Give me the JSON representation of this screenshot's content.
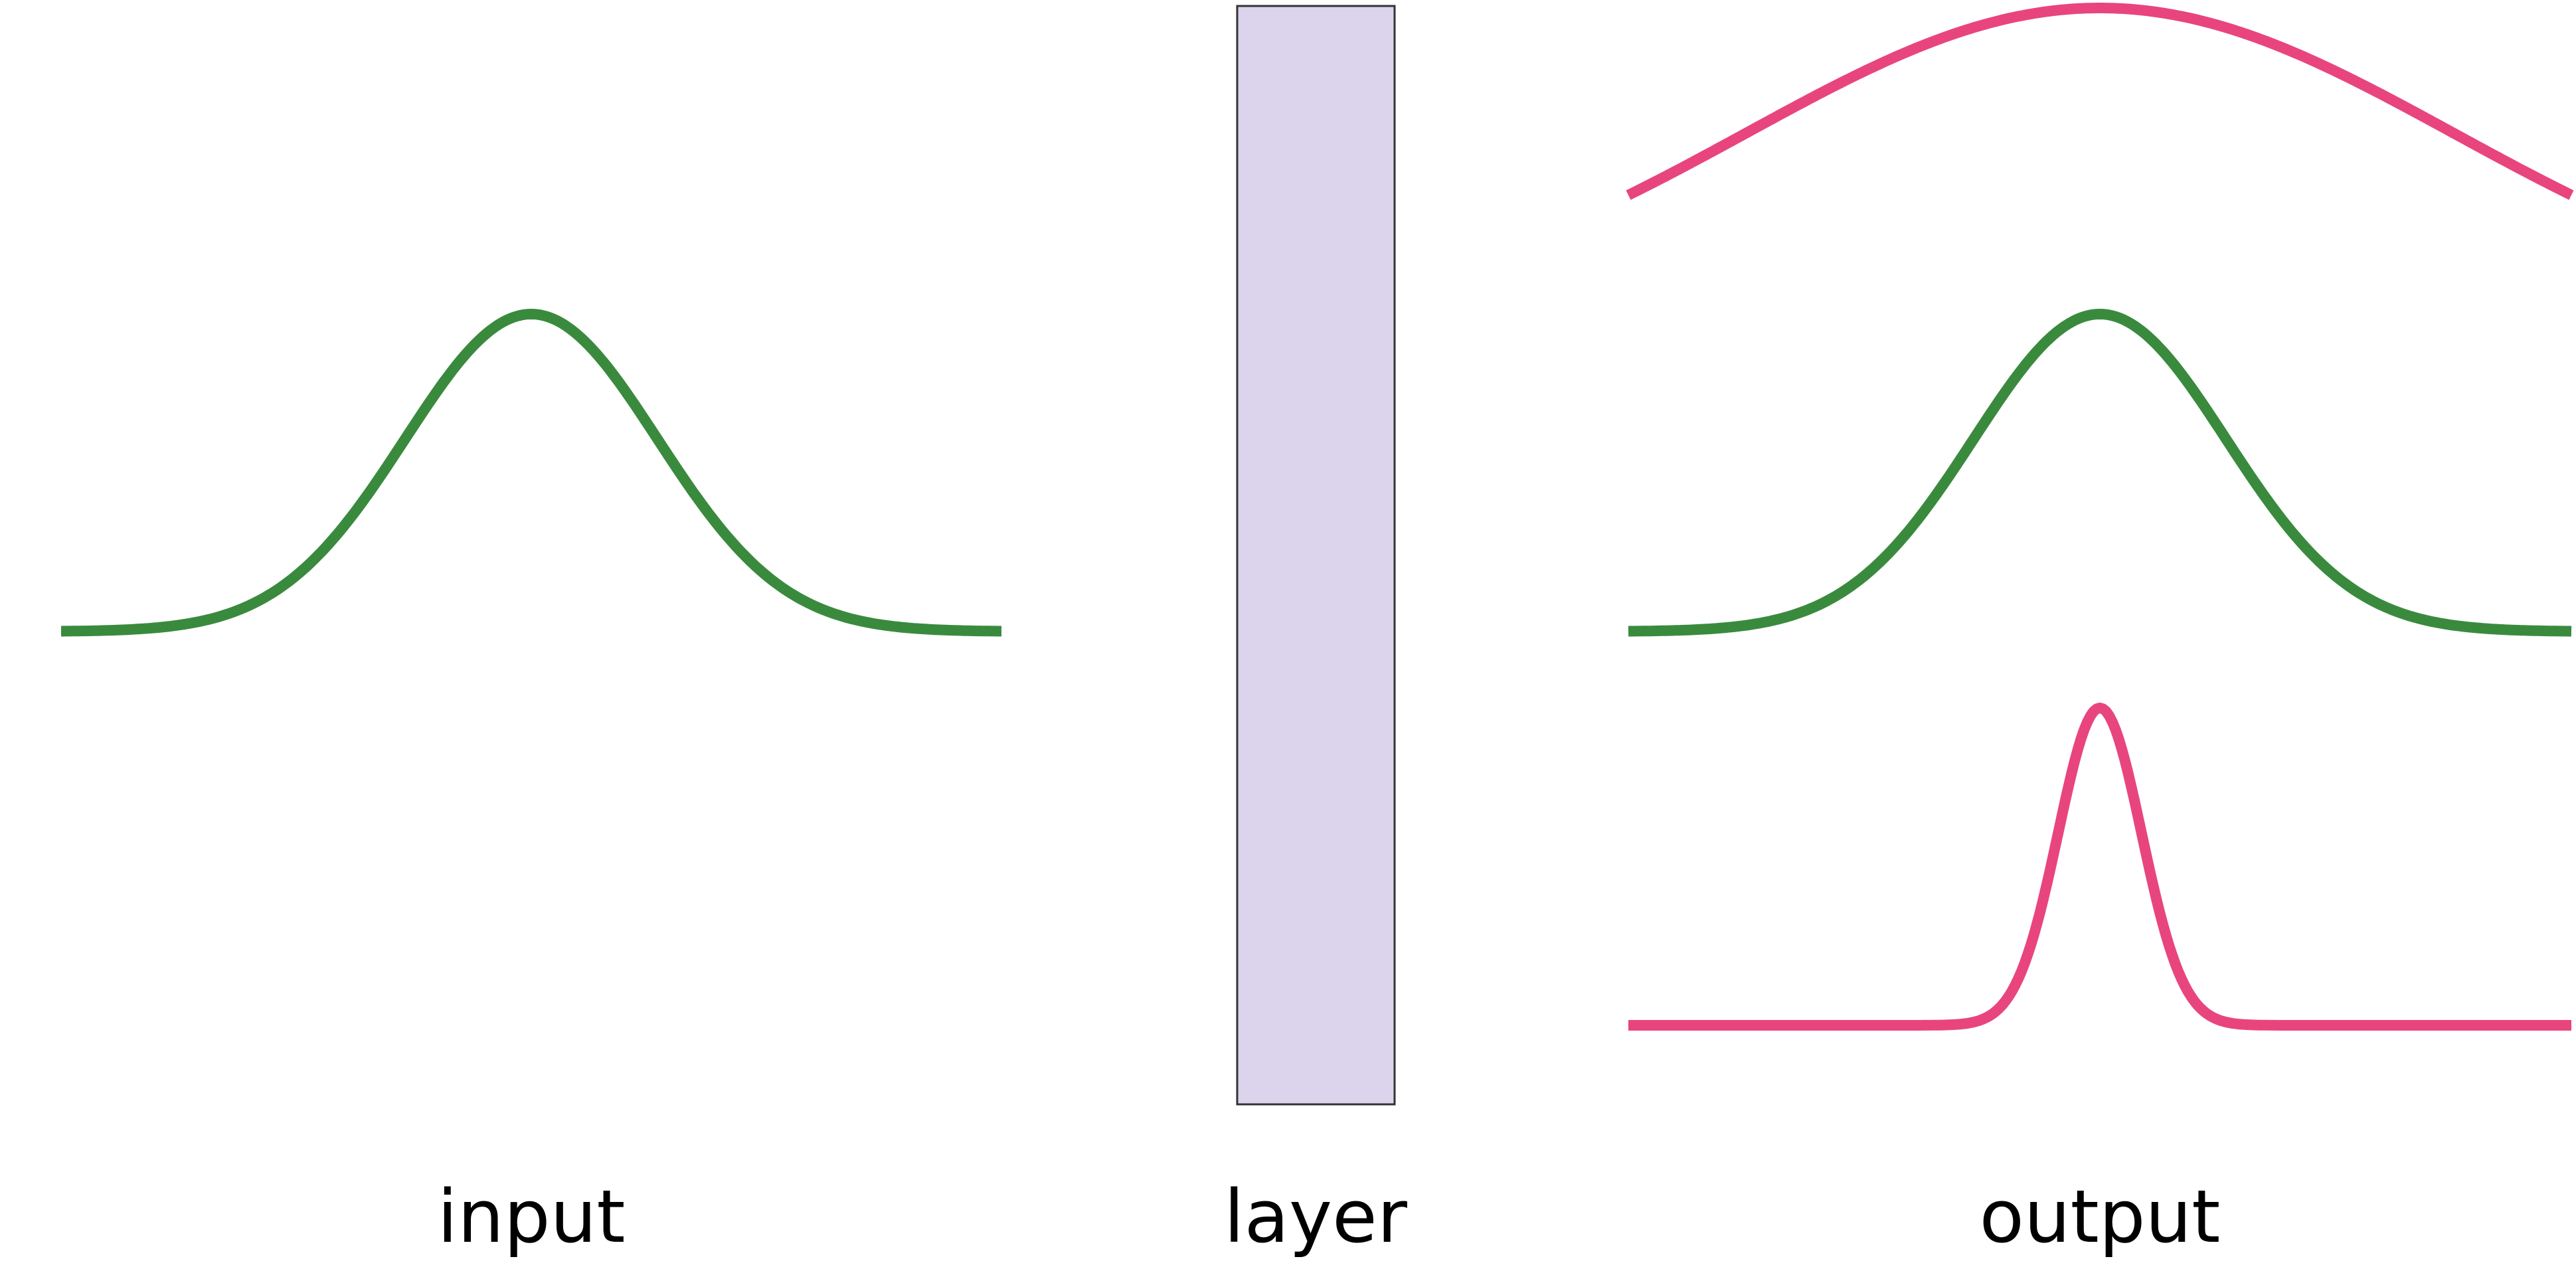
{
  "labels": {
    "input": "input",
    "layer": "layer",
    "output": "output"
  },
  "colors": {
    "input_curve": "#3a8a3e",
    "output_wide_curve": "#e8457e",
    "output_same_curve": "#3a8a3e",
    "output_narrow_curve": "#e8457e",
    "layer_fill": "#dcd4ec",
    "layer_stroke": "#333333"
  },
  "curves": {
    "input": {
      "shape": "gaussian",
      "relative_width": 1.0,
      "relative_height": 1.0
    },
    "output_wide": {
      "shape": "gaussian",
      "relative_width": 2.8,
      "relative_height": 1.0
    },
    "output_same": {
      "shape": "gaussian",
      "relative_width": 1.0,
      "relative_height": 1.0
    },
    "output_narrow": {
      "shape": "gaussian",
      "relative_width": 0.33,
      "relative_height": 1.0
    }
  }
}
